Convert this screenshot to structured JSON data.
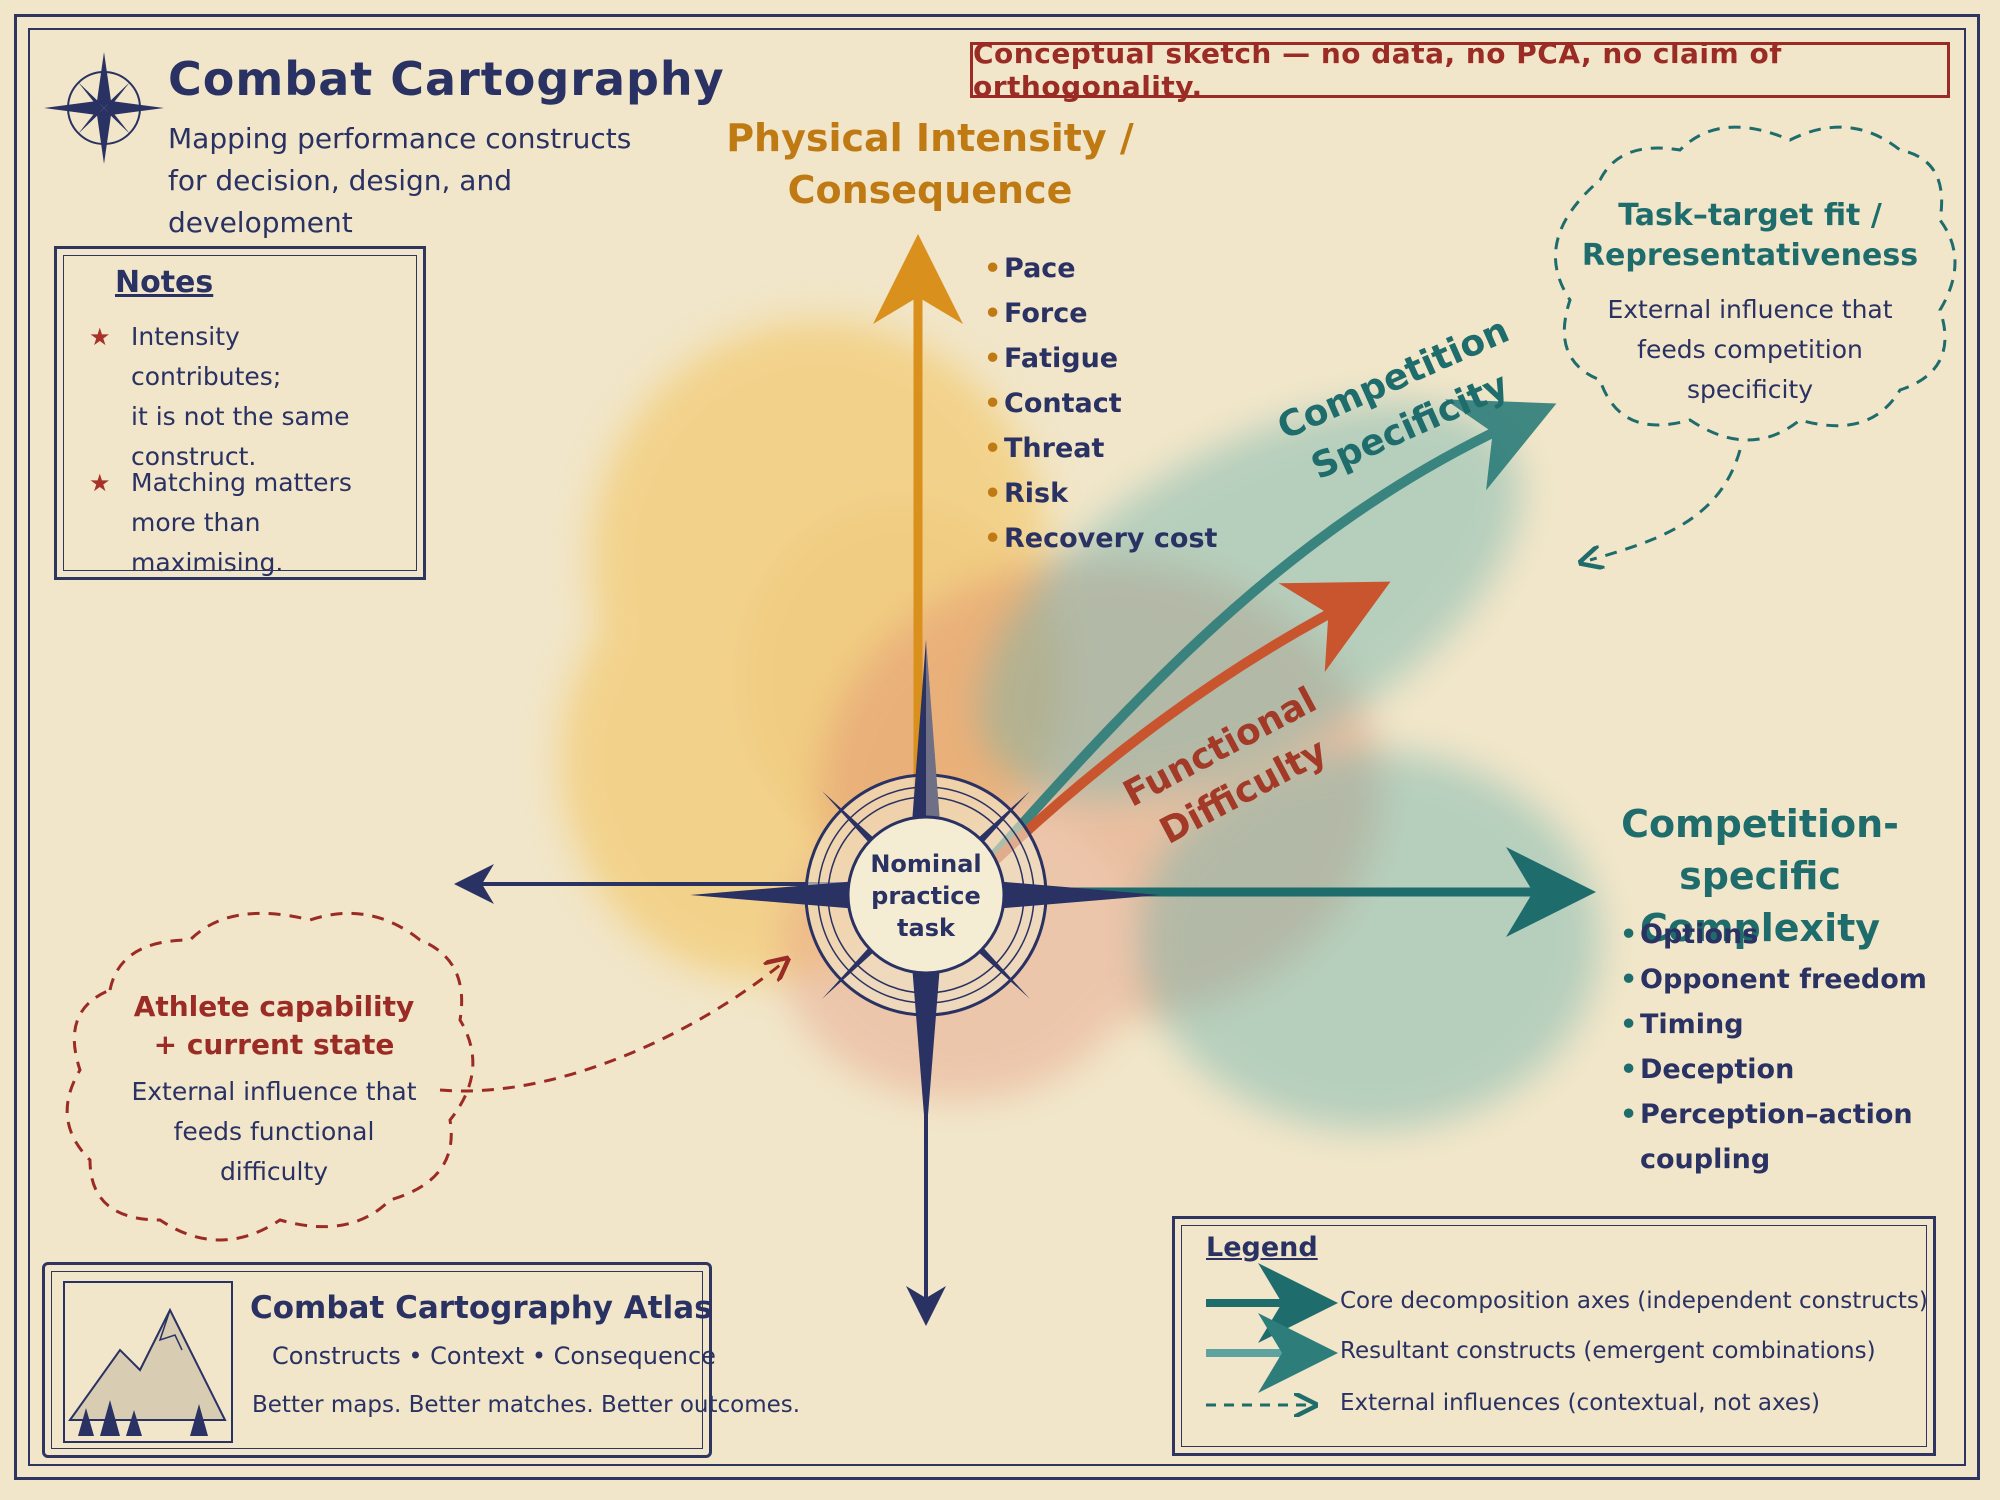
{
  "header": {
    "title": "Combat Cartography",
    "subtitle_line1": "Mapping performance constructs",
    "subtitle_line2": "for decision, design, and development"
  },
  "disclaimer": "Conceptual sketch — no data, no PCA, no claim of orthogonality.",
  "notes": {
    "title": "Notes",
    "items": [
      {
        "line1": "Intensity contributes;",
        "line2": "it is not the same",
        "line3": "construct."
      },
      {
        "line1": "Matching matters",
        "line2": "more than maximising."
      }
    ]
  },
  "axes": {
    "vertical": {
      "title_line1": "Physical Intensity /",
      "title_line2": "Consequence",
      "items": [
        "Pace",
        "Force",
        "Fatigue",
        "Contact",
        "Threat",
        "Risk",
        "Recovery cost"
      ]
    },
    "horizontal": {
      "title_line1": "Competition-specific",
      "title_line2": "Complexity",
      "items": [
        "Options",
        "Opponent freedom",
        "Timing",
        "Deception",
        "Perception–action",
        "coupling"
      ]
    }
  },
  "resultants": {
    "specificity_line1": "Competition",
    "specificity_line2": "Specificity",
    "difficulty_line1": "Functional",
    "difficulty_line2": "Difficulty"
  },
  "center": {
    "line1": "Nominal",
    "line2": "practice",
    "line3": "task"
  },
  "influences": {
    "task_target": {
      "title_line1": "Task–target fit /",
      "title_line2": "Representativeness",
      "body_line1": "External influence that",
      "body_line2": "feeds competition",
      "body_line3": "specificity"
    },
    "athlete": {
      "title_line1": "Athlete capability",
      "title_line2": "+ current state",
      "body_line1": "External influence that",
      "body_line2": "feeds functional",
      "body_line3": "difficulty"
    }
  },
  "atlas": {
    "title": "Combat Cartography Atlas",
    "line2": "Constructs  •  Context  •  Consequence",
    "line3": "Better maps. Better matches. Better outcomes."
  },
  "legend": {
    "title": "Legend",
    "items": [
      "Core decomposition axes (independent constructs)",
      "Resultant constructs (emergent combinations)",
      "External influences (contextual, not axes)"
    ]
  },
  "colors": {
    "ink": "#2a3163",
    "intensity": "#d9901c",
    "complexity": "#1f6c6c",
    "difficulty": "#c9552e",
    "warning": "#9b2b25"
  }
}
